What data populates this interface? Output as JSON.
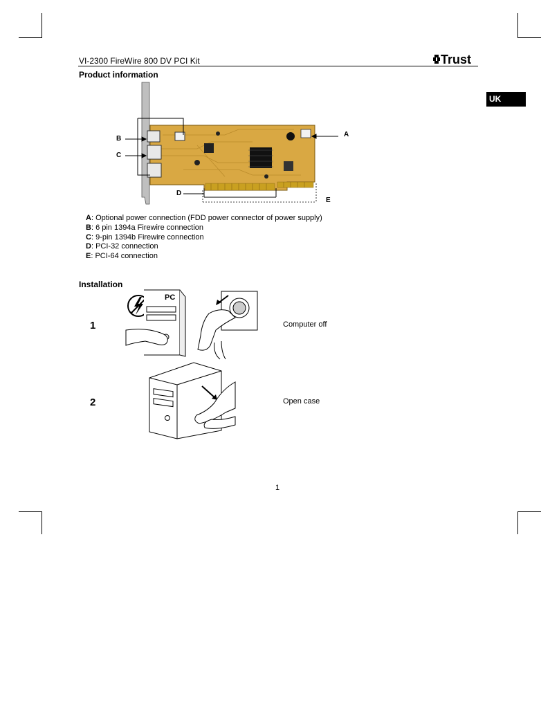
{
  "header": {
    "title": "VI-2300 FireWire 800 DV PCI Kit",
    "brand": "Trust"
  },
  "language_tab": "UK",
  "product_info": {
    "heading": "Product information",
    "callouts": [
      "A",
      "B",
      "C",
      "D",
      "E"
    ],
    "legend": [
      {
        "key": "A",
        "text": ":  Optional power connection (FDD power connector of power supply)"
      },
      {
        "key": "B",
        "text": ":  6 pin 1394a Firewire connection"
      },
      {
        "key": "C",
        "text": ":  9-pin 1394b Firewire connection"
      },
      {
        "key": "D",
        "text": ":  PCI-32 connection"
      },
      {
        "key": "E",
        "text": ":  PCI-64 connection"
      }
    ]
  },
  "installation": {
    "heading": "Installation",
    "illustration_label": "PC",
    "steps": [
      {
        "number": "1",
        "text": "Computer off"
      },
      {
        "number": "2",
        "text": "Open case"
      }
    ]
  },
  "page_number": "1"
}
